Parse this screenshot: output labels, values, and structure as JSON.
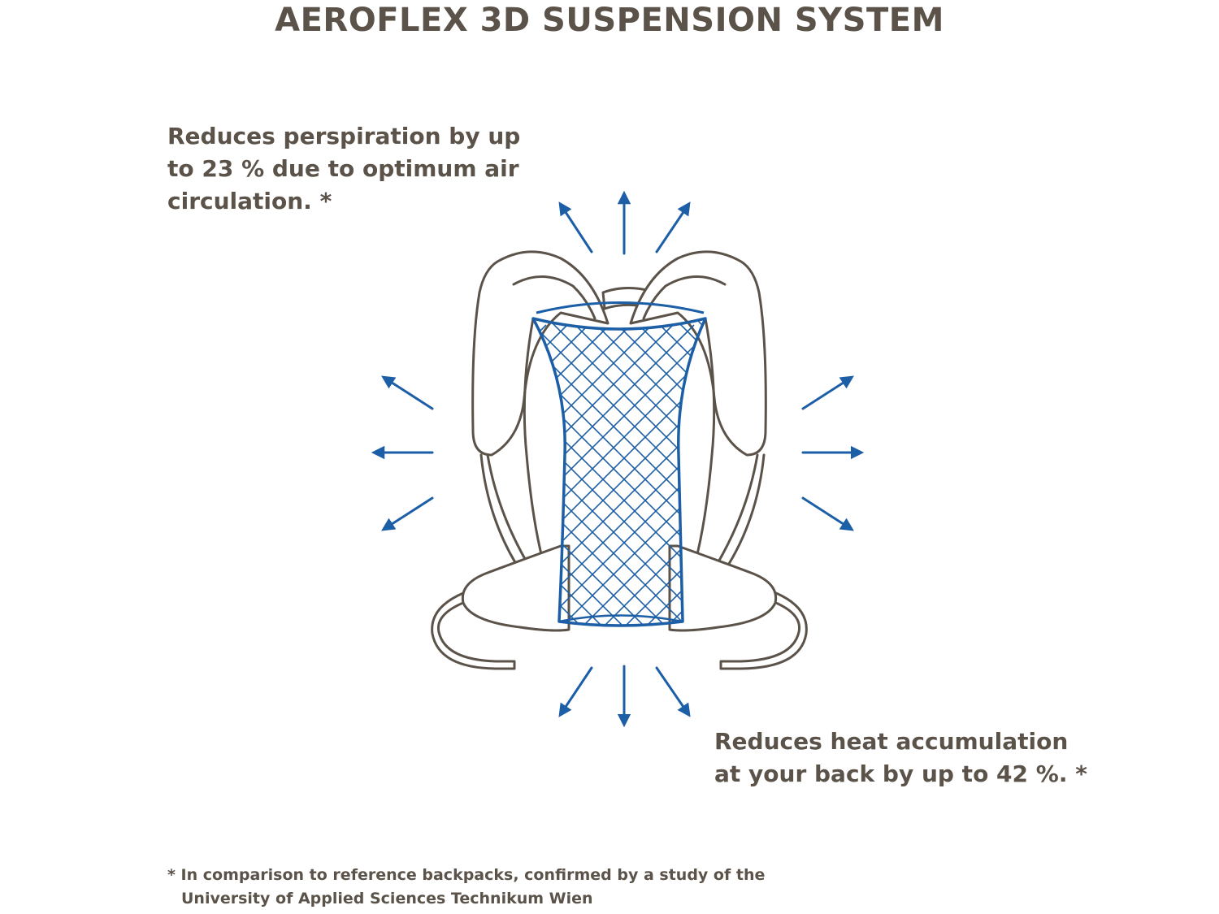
{
  "title": "AEROFLEX 3D SUSPENSION SYSTEM",
  "callouts": {
    "top_left": {
      "line1": "Reduces perspiration by up",
      "line2": "to 23 % due to optimum air",
      "line3": "circulation. *"
    },
    "bottom_right": {
      "line1": "Reduces heat accumulation",
      "line2": "at your back by up to 42 %. *"
    }
  },
  "footnote": {
    "line1": "* In comparison to reference backpacks, confirmed by a study of the",
    "line2": "University of Applied Sciences Technikum Wien"
  },
  "colors": {
    "text": "#5b5349",
    "outline": "#5b5349",
    "accent_blue": "#1d5fa6",
    "background": "#ffffff"
  },
  "icons": {
    "airflow": "arrow-icon",
    "backpack": "backpack-suspension-illustration"
  }
}
